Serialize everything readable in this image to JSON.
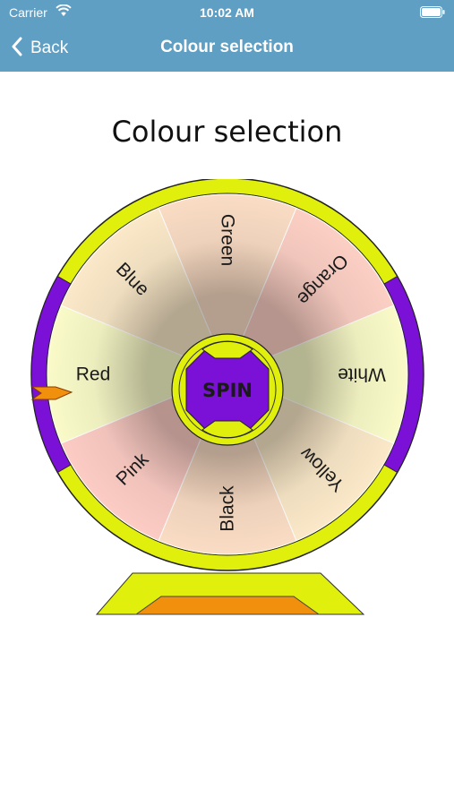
{
  "status": {
    "carrier": "Carrier",
    "time": "10:02 AM"
  },
  "nav": {
    "back_label": "Back",
    "title": "Colour selection"
  },
  "page": {
    "title": "Colour selection"
  },
  "wheel": {
    "spin_label": "SPIN",
    "segments": [
      {
        "label": "Green",
        "fill": "#fadcc4"
      },
      {
        "label": "Orange",
        "fill": "#fccfc4"
      },
      {
        "label": "White",
        "fill": "#f9fac8"
      },
      {
        "label": "Yellow",
        "fill": "#fae8c8"
      },
      {
        "label": "Black",
        "fill": "#fadcc4"
      },
      {
        "label": "Pink",
        "fill": "#fcccc4"
      },
      {
        "label": "Red",
        "fill": "#f9fac8"
      },
      {
        "label": "Blue",
        "fill": "#fae8c8"
      }
    ]
  },
  "colors": {
    "header": "#5f9fc3",
    "purple": "#7b10d6",
    "yellow": "#e0ef0b",
    "orange": "#f0900c"
  }
}
